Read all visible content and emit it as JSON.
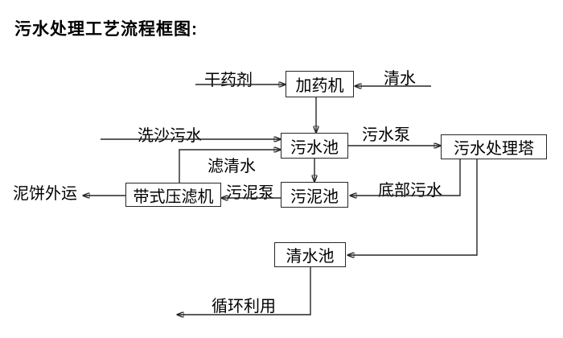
{
  "title": "污水处理工艺流程框图:",
  "diagram": {
    "nodes": {
      "dosing_machine": "加药机",
      "sewage_pool": "污水池",
      "treatment_tower": "污水处理塔",
      "belt_filter_press": "带式压滤机",
      "sludge_pool": "污泥池",
      "clean_water_pool": "清水池"
    },
    "labels": {
      "dry_chemical": "干药剂",
      "clean_water": "清水",
      "sand_wash_sewage": "洗沙污水",
      "filtered_water": "滤清水",
      "sewage_pump": "污水泵",
      "sludge_pump": "污泥泵",
      "mud_cake_out": "泥饼外运",
      "bottom_sewage": "底部污水",
      "recycle": "循环利用"
    },
    "edges": [
      {
        "id": "dry-chemical-in",
        "from": "external",
        "to": "加药机",
        "label": "干药剂"
      },
      {
        "id": "clean-water-in",
        "from": "external",
        "to": "加药机",
        "label": "清水"
      },
      {
        "id": "dosing-to-sewage-pool",
        "from": "加药机",
        "to": "污水池",
        "label": ""
      },
      {
        "id": "sand-wash-in",
        "from": "external",
        "to": "污水池",
        "label": "洗沙污水"
      },
      {
        "id": "filtered-water-return",
        "from": "带式压滤机",
        "to": "污水池",
        "label": "滤清水"
      },
      {
        "id": "sewage-pump",
        "from": "污水池",
        "to": "污水处理塔",
        "label": "污水泵"
      },
      {
        "id": "pool-to-sludge-pool",
        "from": "污水池",
        "to": "污泥池",
        "label": ""
      },
      {
        "id": "sludge-pump",
        "from": "污泥池",
        "to": "带式压滤机",
        "label": "污泥泵"
      },
      {
        "id": "mud-cake-out",
        "from": "带式压滤机",
        "to": "external",
        "label": "泥饼外运"
      },
      {
        "id": "bottom-sewage",
        "from": "污水处理塔",
        "to": "污泥池",
        "label": "底部污水"
      },
      {
        "id": "tower-to-clean-pool",
        "from": "污水处理塔",
        "to": "清水池",
        "label": ""
      },
      {
        "id": "recycle-out",
        "from": "清水池",
        "to": "external",
        "label": "循环利用"
      }
    ],
    "colors": {
      "line": "#262626",
      "text": "#000000",
      "background": "#ffffff"
    }
  }
}
